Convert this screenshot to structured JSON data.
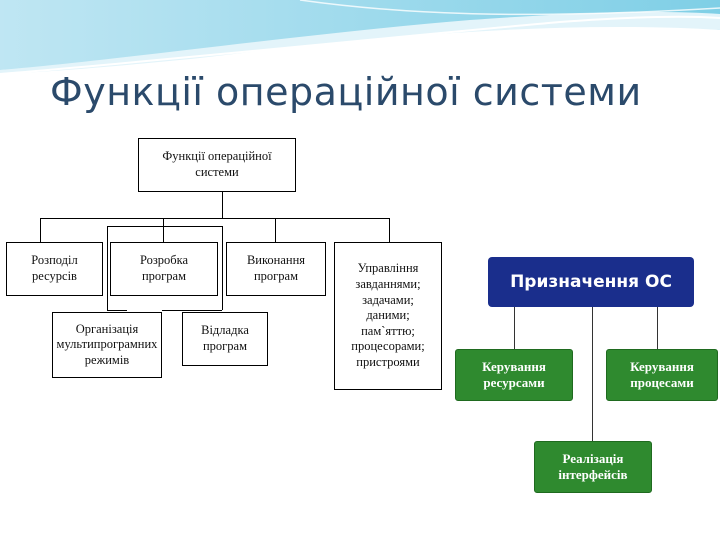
{
  "slide": {
    "title": "Функції операційної системи",
    "accent_color": "#2b4a6b"
  },
  "left_diagram": {
    "root": "Функції операційної\nсистеми",
    "children": [
      "Розподіл\nресурсів",
      "Розробка\nпрограм",
      "Виконання\nпрограм",
      "Управління\nзавданнями;\nзадачами;\nданими;\nпам`яттю;\nпроцесорами;\nпристроями"
    ],
    "sub_children": [
      "Організація\nмультипрограмних\nрежимів",
      "Відладка\nпрограм"
    ]
  },
  "right_diagram": {
    "title": "Призначення ОС",
    "title_color": "#1a2e8c",
    "box_color": "#2f8a2f",
    "children": [
      "Керування\nресурсами",
      "Керування\nпроцесами",
      "Реалізація\nінтерфейсів"
    ]
  }
}
